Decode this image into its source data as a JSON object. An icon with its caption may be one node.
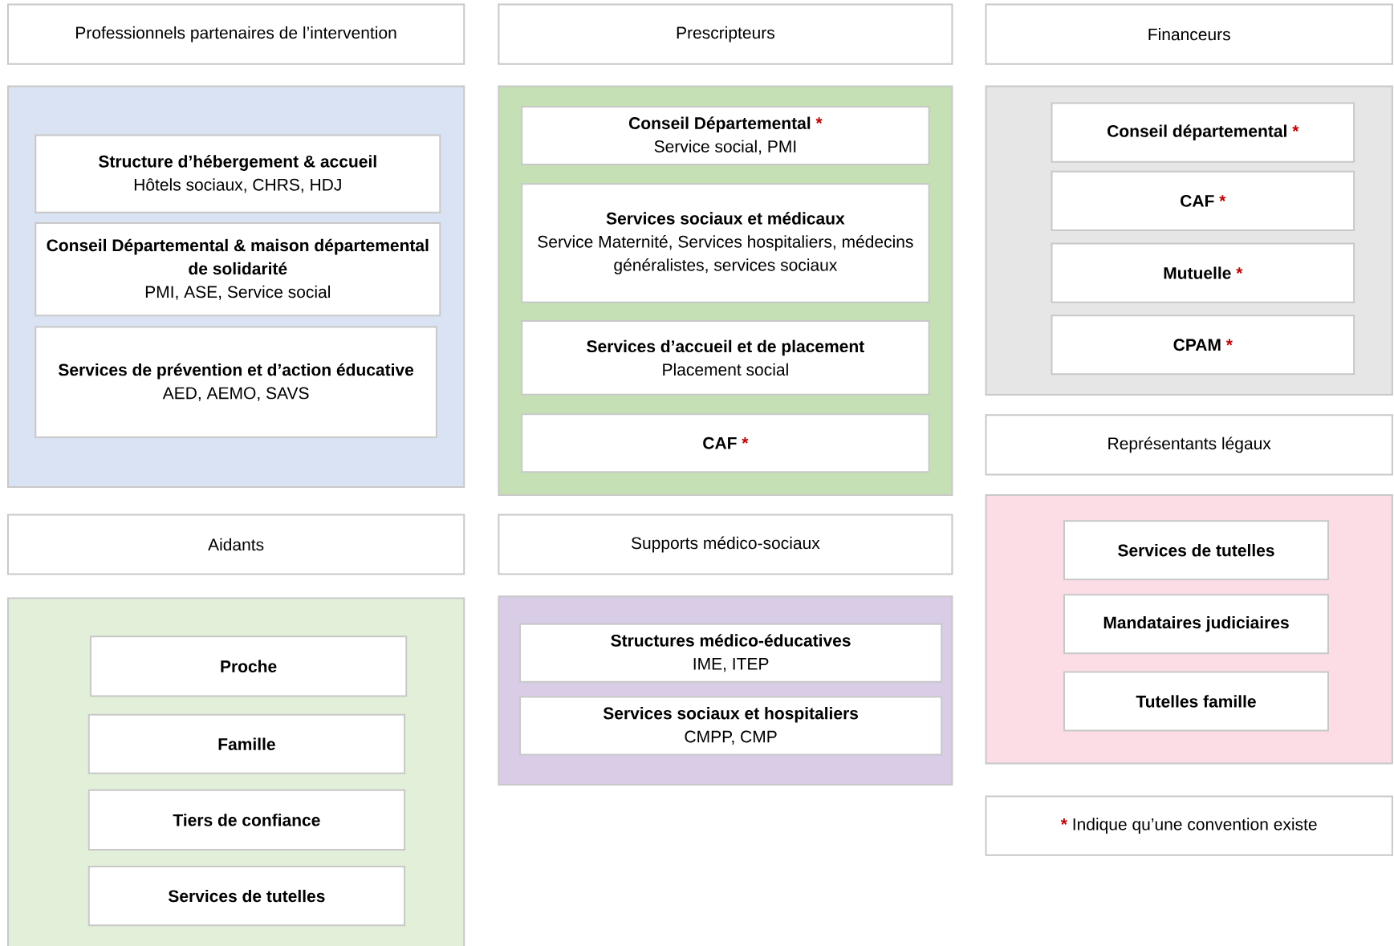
{
  "diagram": {
    "nodes": [
      {
        "text": [
          "Professionnels partenaires de l’intervention"
        ]
      },
      {
        "text": [
          "Prescripteurs"
        ]
      },
      {
        "text": [
          "Financeurs"
        ]
      },
      {
        "text": [],
        "shape": "box"
      },
      {
        "text": [
          "Structure d’hébergement & accueil",
          "Hôtels sociaux, CHRS, HDJ"
        ],
        "in": 3
      },
      {
        "text": [
          "Conseil Départemental & maison départemental de solidarité",
          "PMI, ASE, Service social"
        ],
        "in": 3
      },
      {
        "text": [
          "Services de prévention et d’action éducative",
          "AED, AEMO, SAVS"
        ],
        "in": 3
      },
      {
        "text": [],
        "shape": "box"
      },
      {
        "text": [
          "Conseil Départemental",
          "*",
          "Service social, PMI"
        ],
        "in": 7
      },
      {
        "text": [
          "Services sociaux et médicaux",
          "Service Maternité, Services hospitaliers, médecins généralistes, services sociaux"
        ],
        "in": 7
      },
      {
        "text": [
          "Services d’accueil et de placement",
          "Placement social"
        ],
        "in": 7
      },
      {
        "text": [
          "CAF",
          "*"
        ],
        "in": 7
      },
      {
        "text": [],
        "shape": "box"
      },
      {
        "text": [
          "Conseil départemental",
          "*"
        ],
        "in": 12
      },
      {
        "text": [
          "CAF",
          "*"
        ],
        "in": 12
      },
      {
        "text": [
          "Mutuelle",
          "*"
        ],
        "in": 12
      },
      {
        "text": [
          "CPAM",
          "*"
        ],
        "in": 12
      },
      {
        "text": [
          "Représentants légaux"
        ]
      },
      {
        "text": [],
        "shape": "box"
      },
      {
        "text": [
          "Services de tutelles"
        ],
        "in": 18
      },
      {
        "text": [
          "Mandataires judiciaires"
        ],
        "in": 18
      },
      {
        "text": [
          "Tutelles famille"
        ],
        "in": 18
      },
      {
        "text": [
          "Aidants"
        ]
      },
      {
        "text": [
          "Supports médico-sociaux"
        ]
      },
      {
        "text": [],
        "shape": "box"
      },
      {
        "text": [
          "Proche"
        ],
        "in": 24
      },
      {
        "text": [
          "Famille"
        ],
        "in": 24
      },
      {
        "text": [
          "Tiers de confiance"
        ],
        "in": 24
      },
      {
        "text": [
          "Services de tutelles"
        ],
        "in": 24
      },
      {
        "text": [],
        "shape": "box"
      },
      {
        "text": [
          "Structures médico-éducatives",
          "IME, ITEP"
        ],
        "in": 29
      },
      {
        "text": [
          "Services sociaux et hospitaliers",
          "CMPP, CMP"
        ],
        "in": 29
      },
      {
        "text": [
          "*",
          "Indique qu’une convention existe"
        ]
      }
    ]
  }
}
